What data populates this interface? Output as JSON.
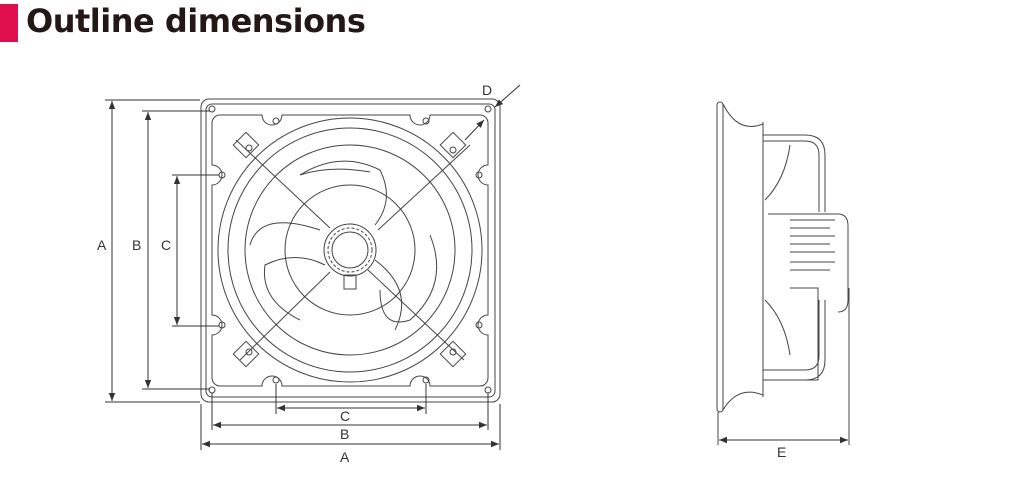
{
  "header": {
    "title": "Outline dimensions",
    "accent_color": "#e0104e"
  },
  "front_view": {
    "labels": {
      "A_vertical": "A",
      "B_vertical": "B",
      "C_vertical": "C",
      "D": "D",
      "C_horizontal": "C",
      "B_horizontal": "B",
      "A_horizontal": "A"
    }
  },
  "side_view": {
    "labels": {
      "E": "E"
    }
  }
}
